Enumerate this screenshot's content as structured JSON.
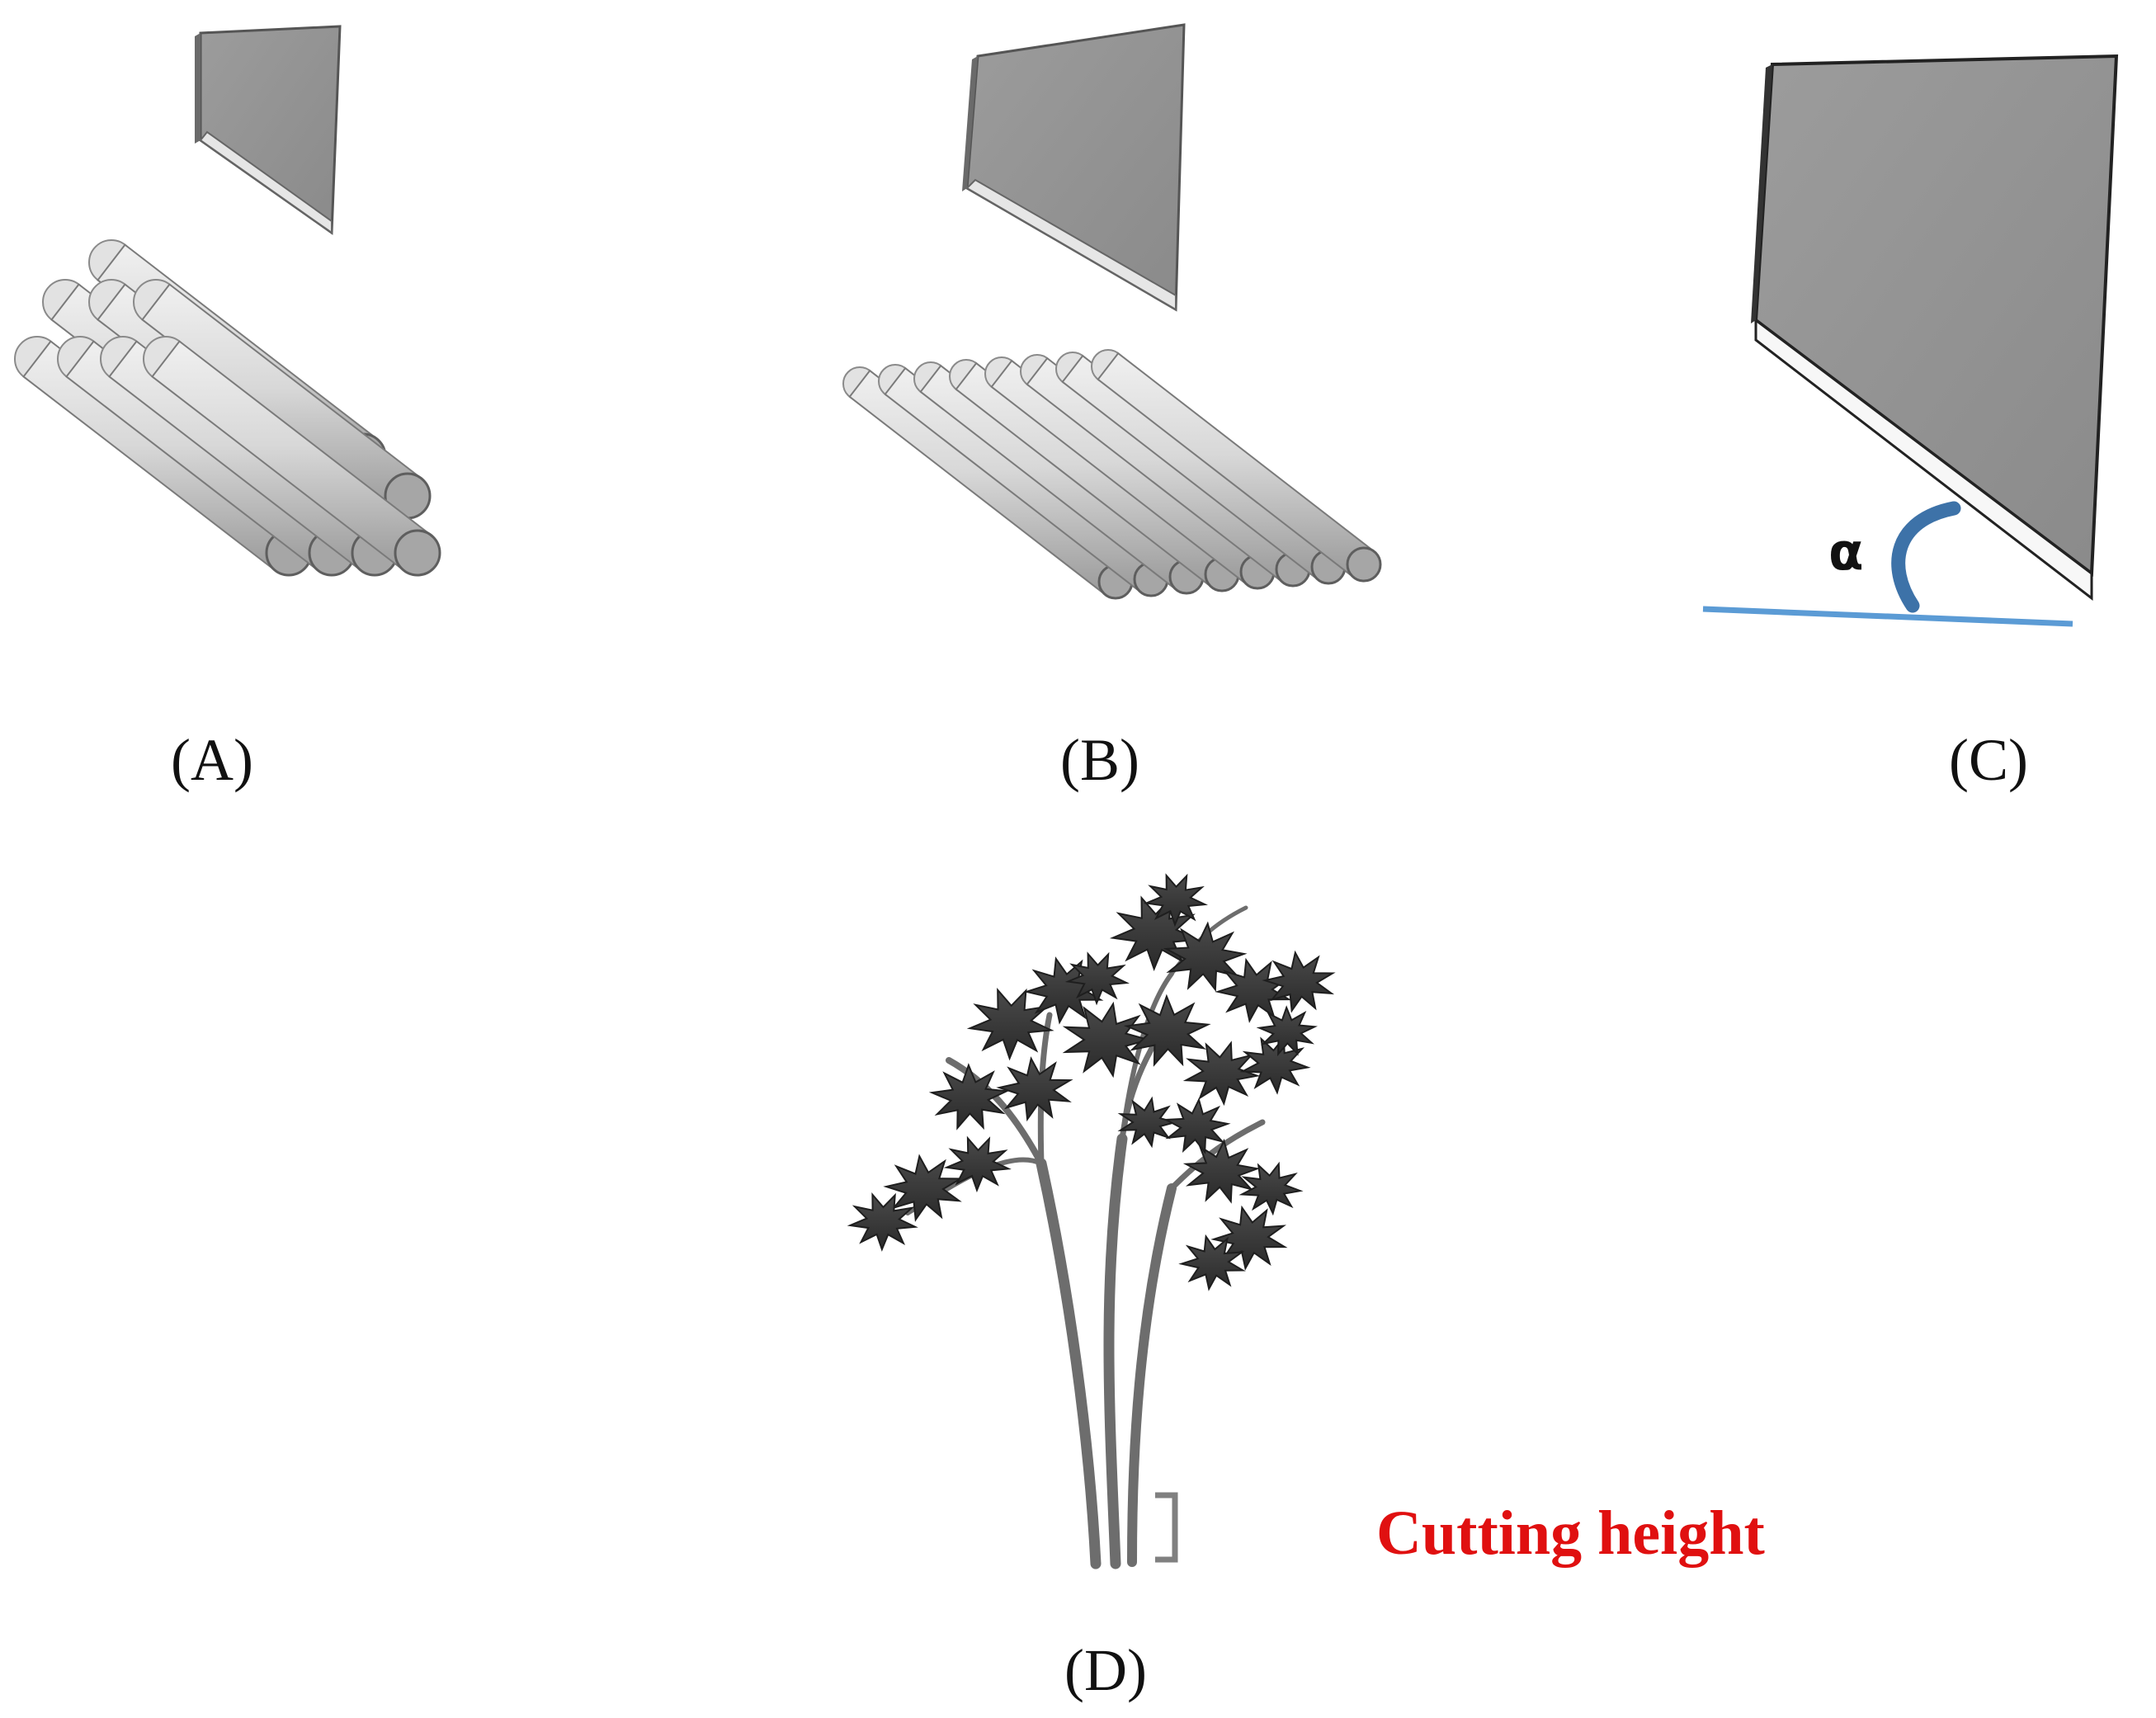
{
  "panels": {
    "a": {
      "label": "(A)"
    },
    "b": {
      "label": "(B)"
    },
    "c": {
      "label": "(C)",
      "angle_symbol": "α"
    },
    "d": {
      "label": "(D)",
      "annotation": "Cutting height"
    }
  },
  "colors": {
    "blade": "#9a9a9a",
    "blade_edge": "#5c5c5c",
    "rod": "#d4d4d4",
    "rod_end": "#a6a6a6",
    "angle_line": "#5b9bd5",
    "angle_arc": "#3d72a8",
    "annotation_text": "#e01010",
    "bracket": "#808080",
    "foliage": "#3a3a3a"
  },
  "icons": {
    "blade": "blade-icon",
    "rods": "rod-bundle-icon",
    "plant": "parsley-plant-icon"
  }
}
